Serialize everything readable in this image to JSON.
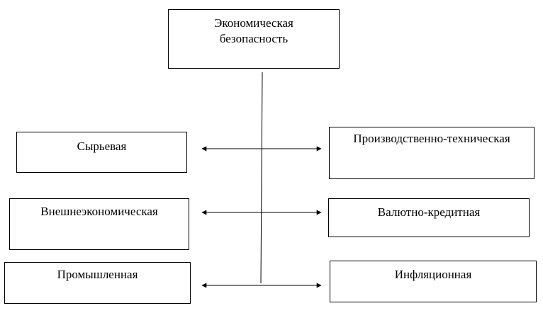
{
  "diagram": {
    "root": {
      "line1": "Экономическая",
      "line2": "безопасность"
    },
    "left": [
      {
        "label": "Сырьевая"
      },
      {
        "label": "Внешнеэкономическая"
      },
      {
        "label": "Промышленная"
      }
    ],
    "right": [
      {
        "label": "Производственно-техническая"
      },
      {
        "label": "Валютно-кредитная"
      },
      {
        "label": "Инфляционная"
      }
    ]
  }
}
